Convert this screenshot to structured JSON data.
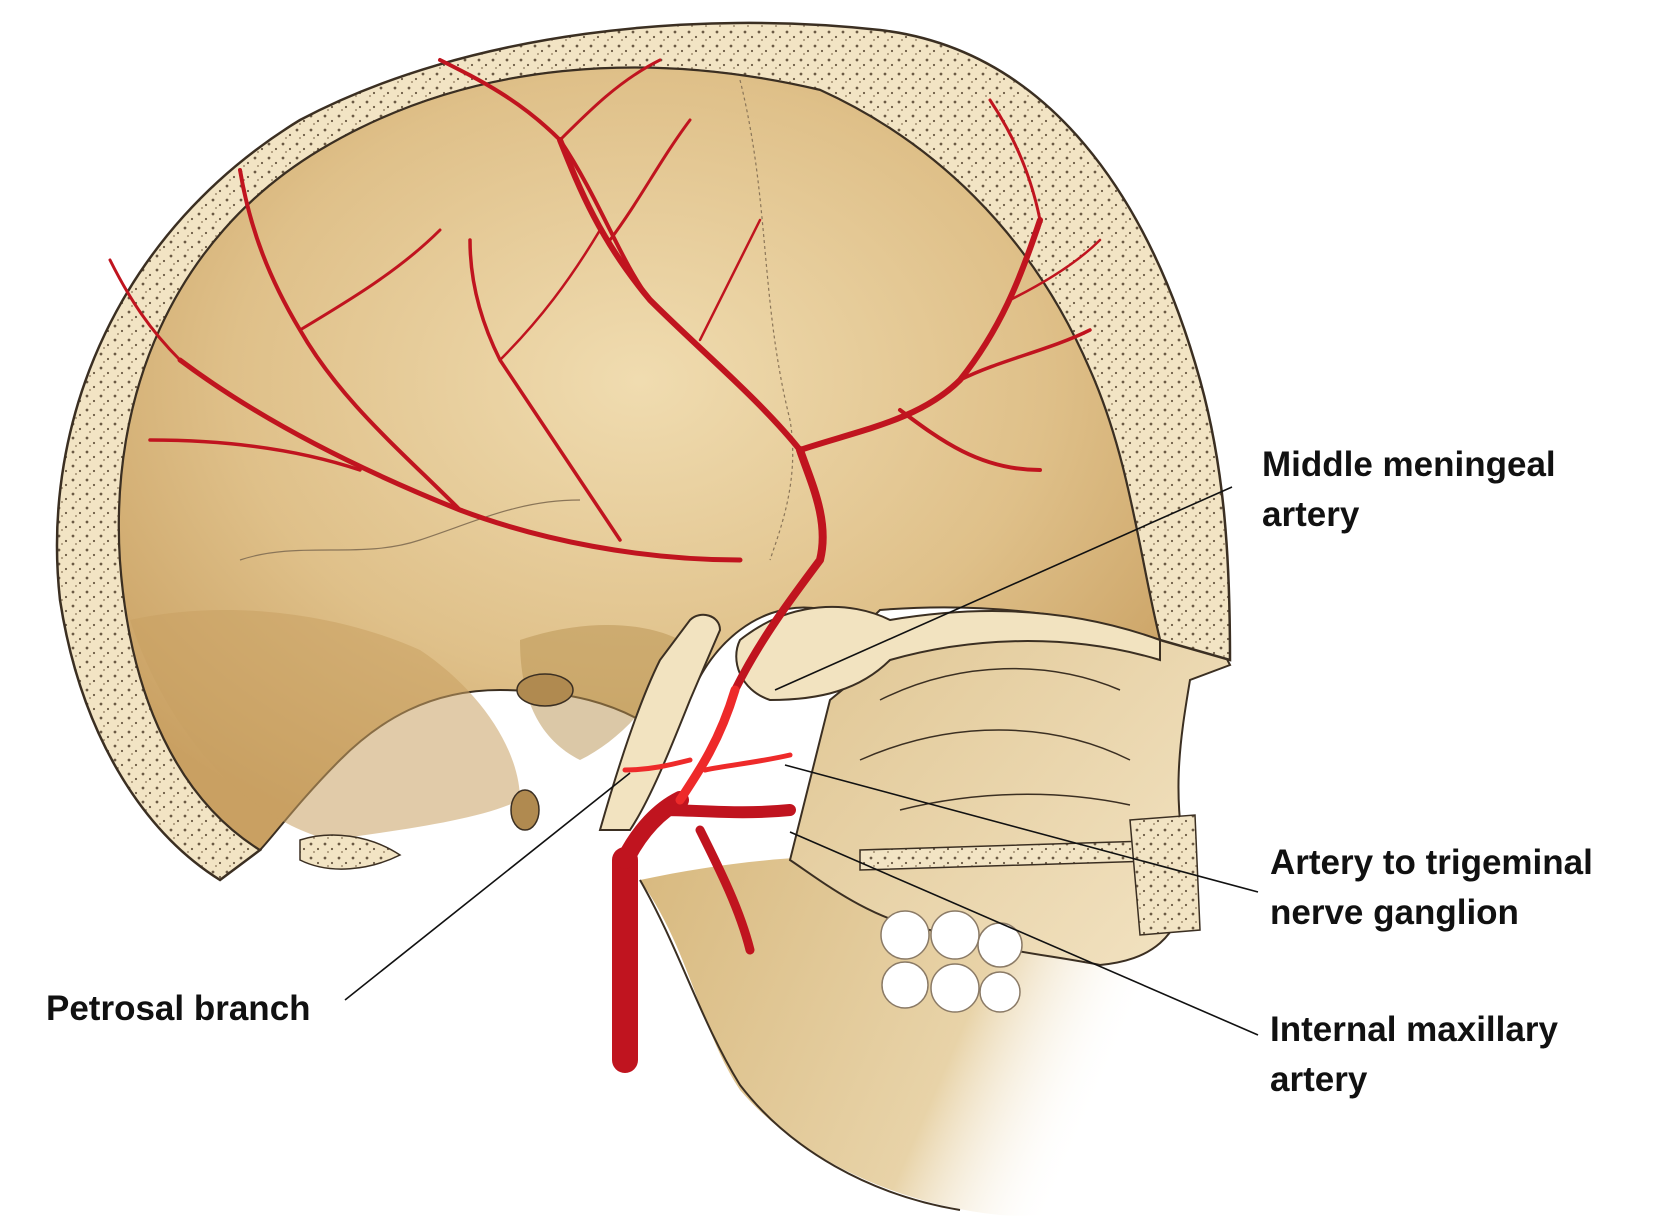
{
  "colors": {
    "bone": "#e0c48f",
    "bone_light": "#f2e3c0",
    "bone_dark": "#c39a5c",
    "outline": "#3b2f22",
    "artery": "#c0141f",
    "artery_bright": "#ee2a2a",
    "teeth": "#ffffff",
    "label_text": "#111111"
  },
  "labels": {
    "middle_meningeal": {
      "line1": "Middle meningeal",
      "line2": "artery"
    },
    "artery_to_trigeminal": {
      "line1": "Artery to trigeminal",
      "line2": "nerve ganglion"
    },
    "internal_maxillary": {
      "line1": "Internal maxillary",
      "line2": "artery"
    },
    "petrosal_branch": {
      "line1": "Petrosal branch"
    }
  }
}
